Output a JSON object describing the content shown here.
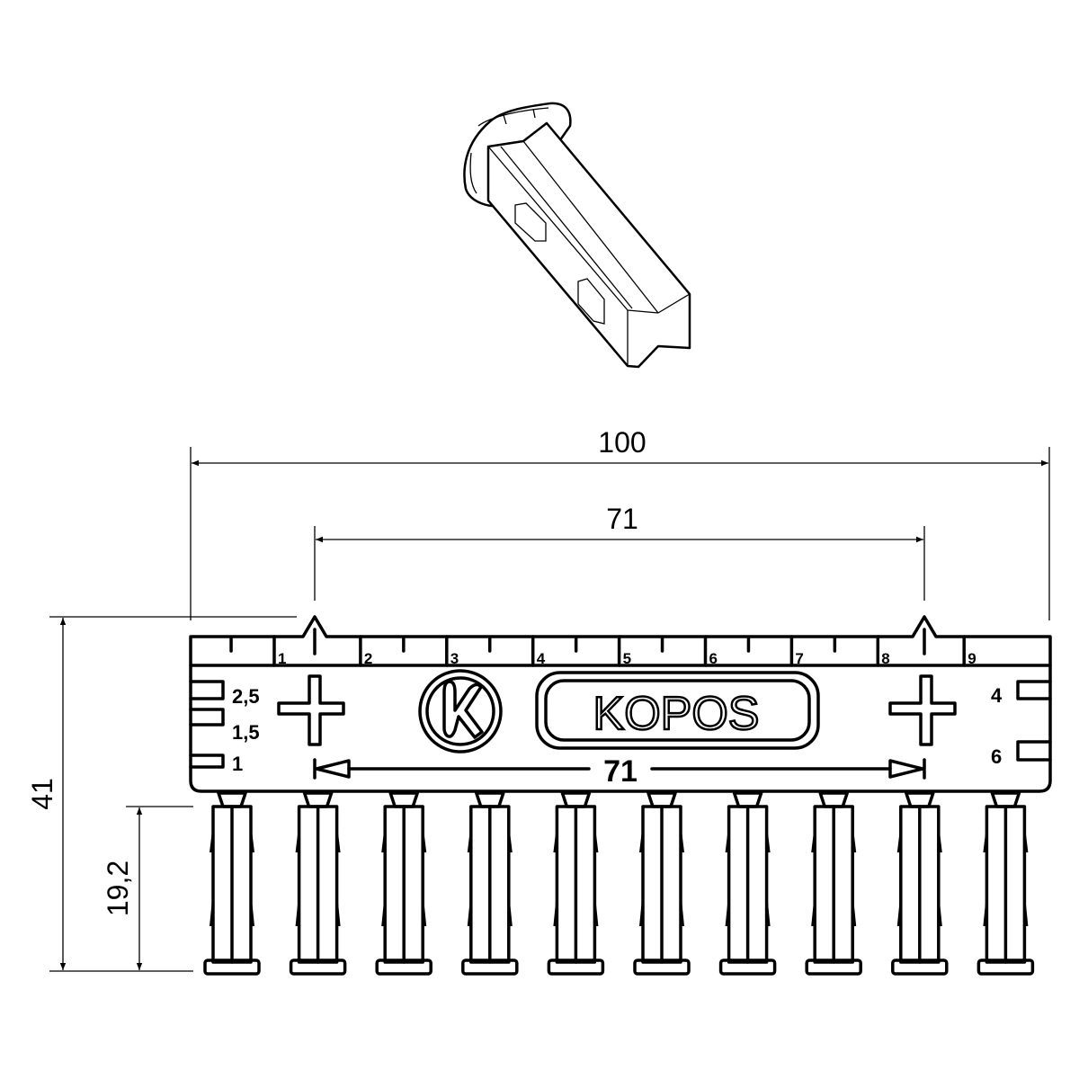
{
  "dimensions": {
    "overall_width": "100",
    "mark_spacing": "71",
    "overall_height": "41",
    "anchor_length": "19,2"
  },
  "ruler": {
    "labels": [
      "1",
      "2",
      "3",
      "4",
      "5",
      "6",
      "7",
      "8",
      "9"
    ]
  },
  "left_notches": [
    "2,5",
    "1,5",
    "1"
  ],
  "right_notches": [
    "4",
    "6"
  ],
  "brand": {
    "logo_letter": "K",
    "name": "KOPOS"
  },
  "inner_dimension": "71",
  "anchor_count": 10
}
